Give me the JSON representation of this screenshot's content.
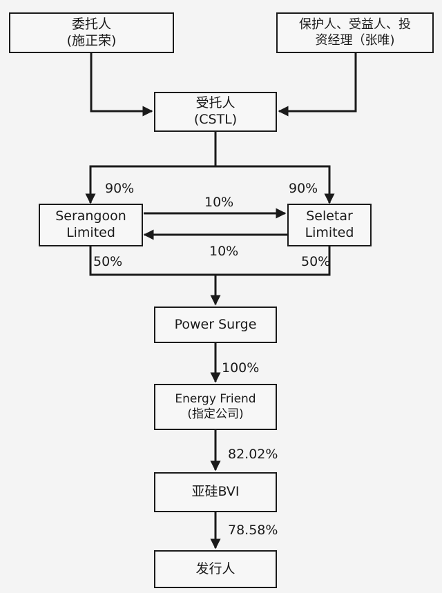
{
  "nodes": {
    "entrustor": {
      "line1": "委托人",
      "line2": "(施正荣)"
    },
    "protector": {
      "line1": "保护人、受益人、投",
      "line2": "资经理（张唯)"
    },
    "trustee": {
      "line1": "受托人",
      "line2": "(CSTL)"
    },
    "serangoon": {
      "line1": "Serangoon",
      "line2": "Limited"
    },
    "seletar": {
      "line1": "Seletar",
      "line2": "Limited"
    },
    "power_surge": {
      "line1": "Power Surge"
    },
    "energy_friend": {
      "line1": "Energy Friend",
      "line2": "(指定公司)"
    },
    "yagui_bvi": {
      "line1": "亚硅BVI"
    },
    "issuer": {
      "line1": "发行人"
    }
  },
  "edge_labels": {
    "trustee_to_serangoon": "90%",
    "trustee_to_seletar": "90%",
    "serangoon_to_seletar": "10%",
    "seletar_to_serangoon": "10%",
    "serangoon_to_power_surge": "50%",
    "seletar_to_power_surge": "50%",
    "power_surge_to_energy_friend": "100%",
    "energy_friend_to_yagui_bvi": "82.02%",
    "yagui_bvi_to_issuer": "78.58%"
  }
}
